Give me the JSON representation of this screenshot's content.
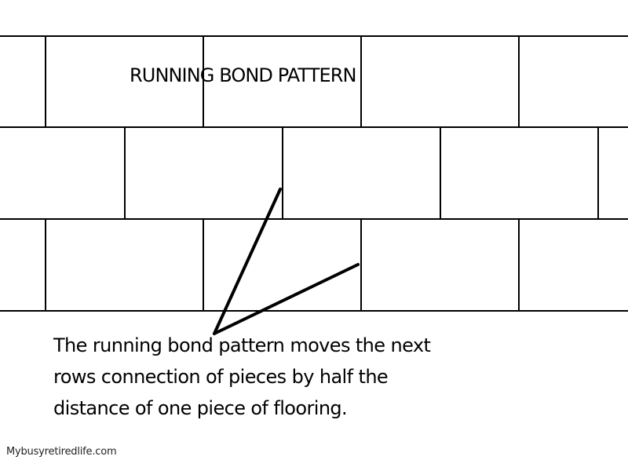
{
  "title": "RUNNING BOND PATTERN",
  "caption": {
    "lines": [
      "The running bond pattern moves the next",
      "rows connection of pieces by half the",
      "distance of one piece of flooring."
    ]
  },
  "watermark": "Mybusyretiredlife.com",
  "pattern": {
    "rows": 3,
    "offset_fraction": 0.5,
    "line_color": "#000000"
  }
}
